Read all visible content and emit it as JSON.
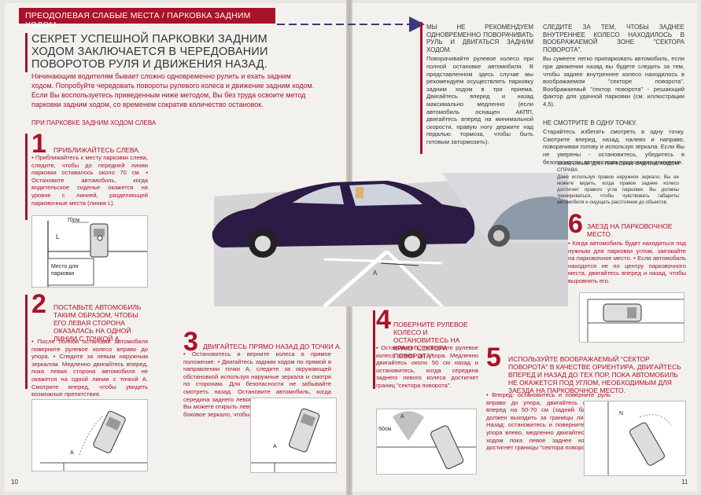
{
  "header": {
    "section": "ПРЕОДОЛЕВАЯ СЛАБЫЕ МЕСТА / ПАРКОВКА ЗАДНИМ ХОДОМ"
  },
  "headline": "СЕКРЕТ УСПЕШНОЙ ПАРКОВКИ ЗАДНИМ ХОДОМ ЗАКЛЮЧАЕТСЯ В ЧЕРЕДОВАНИИ ПОВОРОТОВ РУЛЯ И ДВИЖЕНИЯ НАЗАД.",
  "intro": "Начинающим водителям бывает сложно одновременно рулить и ехать задним ходом. Попробуйте чередовать повороты рулевого колеса и движение задним ходом. Если Вы воспользуетесь приведенным ниже методом, Вы без труда освоите метод парковки задним ходом, со временем сократив количество остановок.",
  "subhead": "ПРИ ПАРКОВКЕ ЗАДНИМ ХОДОМ СЛЕВА",
  "steps": {
    "s1": {
      "num": "1",
      "title": "ПРИБЛИЖАЙТЕСЬ СЛЕВА.",
      "text": "• Приближайтесь к месту парковки слева, следите, чтобы до передней линии парковки оставалось около 70 см. • Остановите автомобиль, когда водительское сиденье окажется на уровне с линией, разделяющей парковочные места (линия L)."
    },
    "s2": {
      "num": "2",
      "title": "ПОСТАВЬТЕ АВТОМОБИЛЬ ТАКИМ ОБРАЗОМ, ЧТОБЫ ЕГО ЛЕВАЯ СТОРОНА ОКАЗАЛАСЬ НА ОДНОЙ ЛИНИИ С ТОЧКОЙ А.",
      "text": "• После полной остановки автомобиля поверните рулевое колесо вправо до упора. • Следите за левым наружным зеркалом. Медленно двигайтесь вперед, пока левая сторона автомобиля не окажется на одной линии с точкой А. Смотрите вперед, чтобы увидеть возможные препятствия."
    },
    "s3": {
      "num": "3",
      "title": "ДВИГАЙТЕСЬ ПРЯМО НАЗАД ДО ТОЧКИ А.",
      "text": "• Остановитесь и верните колеса в прямое положение. • Двигайтесь задним ходом по прямой в направлении точки А, следите за окружающей обстановкой используя наружные зеркала и смотря по сторонам. Для безопасности не забывайте смотреть назад. Остановите автомобиль, когда середина заднего левого колеса достигнет точки А. Вы можете открыть левую дверь или опустить левое боковое зеркало, чтобы проверить это."
    },
    "s4": {
      "num": "4",
      "title": "ПОВЕРНИТЕ РУЛЕВОЕ КОЛЕСО И ОСТАНОВИТЕСЬ НА КРАЮ \"СЕКТОРА ПОВОРОТА\".",
      "text": "• Остановитесь, поверните рулевое колесо влево до упора. Медленно двигайтесь около 50 см назад и остановитесь, когда середина заднего левого колеса достигнет границ \"сектора поворота\"."
    },
    "s5": {
      "num": "5",
      "title": "ИСПОЛЬЗУЙТЕ ВООБРАЖАЕМЫЙ \"СЕКТОР ПОВОРОТА\" В КАЧЕСТВЕ ОРИЕНТИРА, ДВИГАЙТЕСЬ ВПЕРЕД И НАЗАД ДО ТЕХ ПОР, ПОКА АВТОМОБИЛЬ НЕ ОКАЖЕТСЯ ПОД УГЛОМ, НЕОБХОДИМЫМ ДЛЯ ЗАЕЗДА НА ПАРКОВОЧНОЕ МЕСТО.",
      "text": "• Вперед: остановитесь и поверните руль вправо до упора, двигайтесь медленно вперед на 50-70 см (задний бампер не должен выходить за границы линии N). • Назад: остановитесь и поверните руль до упора влево, медленно двигайтесь задним ходом пока левое заднее колесо не достигнет границы \"сектора поворота\"."
    },
    "s6": {
      "num": "6",
      "title": "ЗАЕЗД НА ПАРКОВОЧНОЕ МЕСТО.",
      "text": "• Когда автомобиль будет находиться под нужным для парковки углом, заезжайте на парковочное место. • Если автомобиль находится не по центру парковочного места, двигайтесь вперед и назад, чтобы выровнять его."
    }
  },
  "right_top": {
    "c1_title": "МЫ НЕ РЕКОМЕНДУЕМ ОДНОВРЕМЕННО ПОВОРАЧИВАТЬ РУЛЬ И ДВИГАТЬСЯ ЗАДНИМ ХОДОМ.",
    "c1_text": "Поворачивайте рулевое колесо при полной остановке автомобиля. В представленном здесь случае мы рекомендуем осуществлять парковку задним ходом в три приема. Двигайтесь вперед и назад максимально медленно (если автомобиль оснащен АКПП, двигайтесь вперед на минимальной скорости, правую ногу держите над педалью тормоза, чтобы быть готовым затормозить).",
    "c2_title": "СЛЕДИТЕ ЗА ТЕМ, ЧТОБЫ ЗАДНЕЕ ВНУТРЕННЕЕ КОЛЕСО НАХОДИЛОСЬ В ВООБРАЖАЕМОЙ ЗОНЕ \"СЕКТОРА ПОВОРОТА\".",
    "c2_text": "Вы сумеете легко припарковать автомобиль, если при движении назад вы будете следить за тем, чтобы заднее внутреннее колесо находилось в воображаемом \"секторе поворота\". Воображаемый \"сектор поворота\" - решающий фактор для удачной парковки (см. иллюстрации 4,5).",
    "c3_title": "НЕ СМОТРИТЕ В ОДНУ ТОЧКУ.",
    "c3_text": "Старайтесь избегать смотреть в одну точку. Смотрите вперед, назад, налево и направо, поворачивая голову и используя зеркала. Если Вы не уверены - остановитесь, убедитесь в безопасности, затем снова продолжите движение.",
    "note_title": "ЗАМЕЧАНИЕ ДЛЯ ПАРКОВКИ ЗАДНИМ ХОДОМ СПРАВА",
    "note_text": "Даже используя правое наружное зеркало, Вы не можете видеть, когда правое заднее колесо достигнет правого угла парковки. Вы должны тренироваться, чтобы чувствовать габариты автомобиля и ощущать расстояние до объектов."
  },
  "diagram_labels": {
    "dist": "70см",
    "line_l": "L",
    "place": "Место для парковки",
    "point_a": "A",
    "dist50": "50см",
    "line_n": "N"
  },
  "pages": {
    "left": "10",
    "right": "11"
  }
}
